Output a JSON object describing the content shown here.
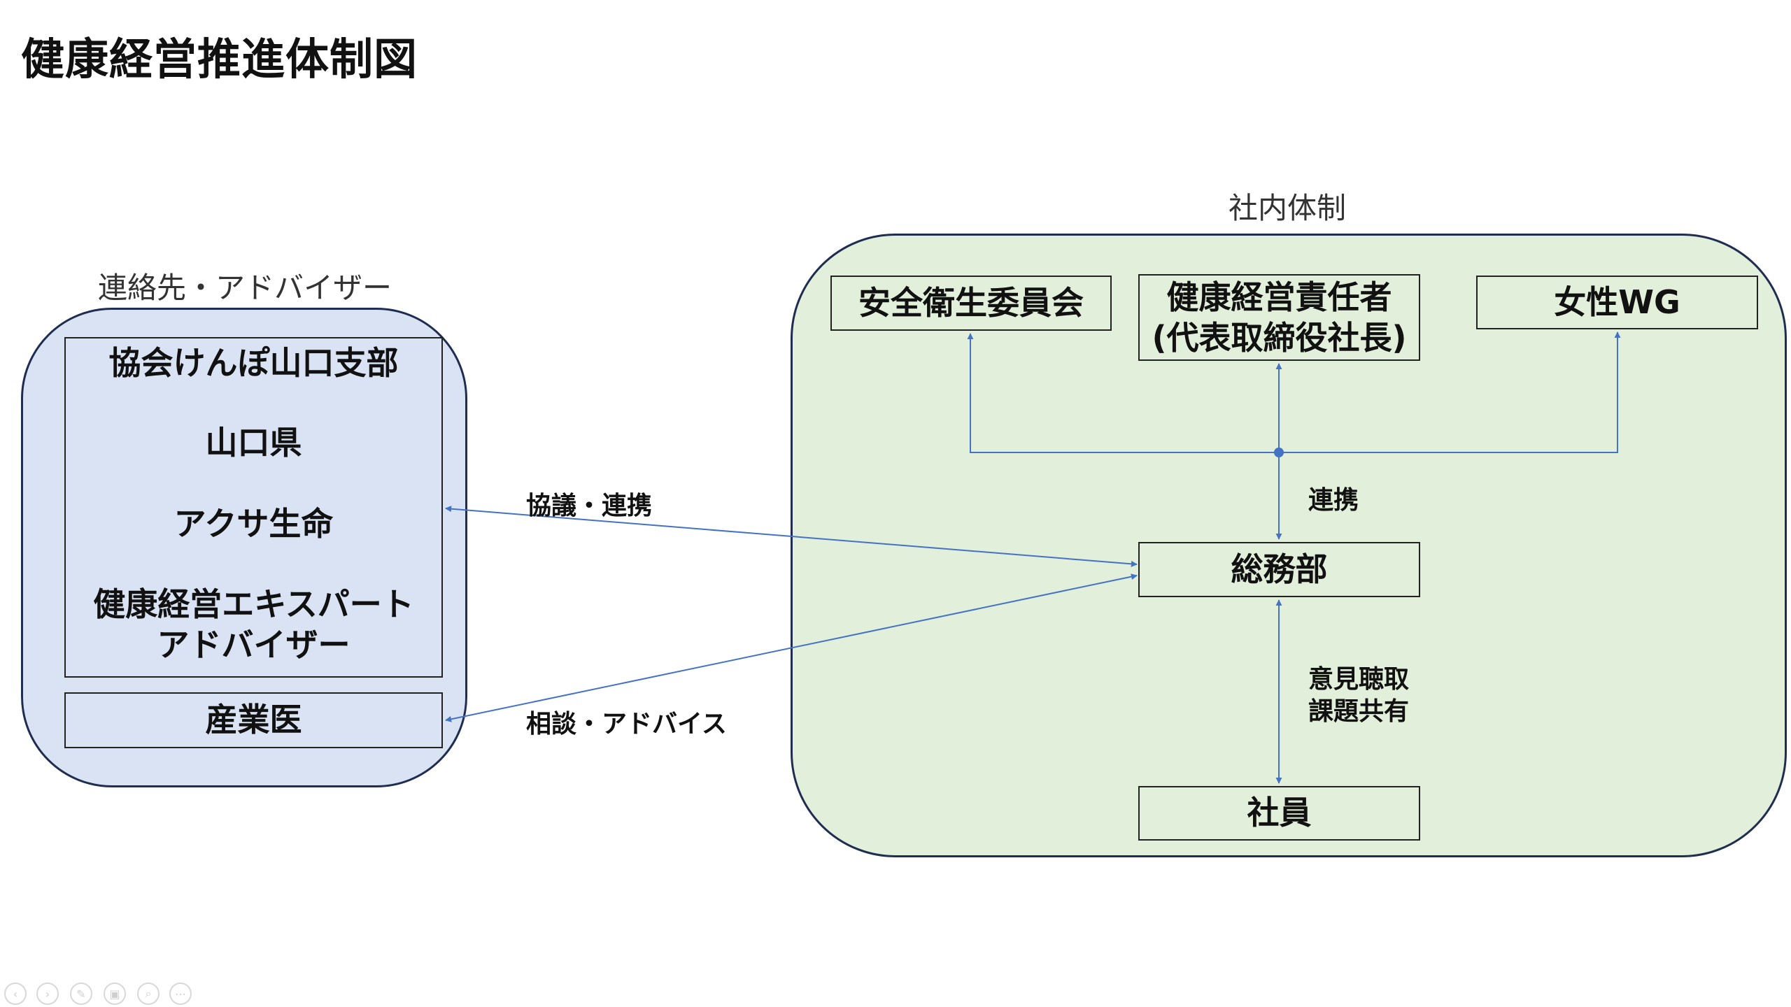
{
  "title": "健康経営推進体制図",
  "groups": {
    "external_label": "連絡先・アドバイザー",
    "internal_label": "社内体制"
  },
  "external": {
    "contacts": [
      "協会けんぽ山口支部",
      "山口県",
      "アクサ生命",
      "健康経営エキスパート",
      "アドバイザー"
    ],
    "doctor": "産業医"
  },
  "internal": {
    "safety_committee": "安全衛生委員会",
    "officer_line1": "健康経営責任者",
    "officer_line2": "(代表取締役社長)",
    "women_wg": "女性WG",
    "general_affairs": "総務部",
    "employees": "社員"
  },
  "edges": {
    "consult_coop": "協議・連携",
    "advice": "相談・アドバイス",
    "coop": "連携",
    "feedback_line1": "意見聴取",
    "feedback_line2": "課題共有"
  },
  "colors": {
    "external_fill": "#dae3f3",
    "internal_fill": "#e2efda",
    "connector": "#4472c4",
    "border": "#1f2d50"
  },
  "controls": [
    "prev-icon",
    "next-icon",
    "pen-icon",
    "slides-icon",
    "zoom-icon",
    "more-icon"
  ]
}
